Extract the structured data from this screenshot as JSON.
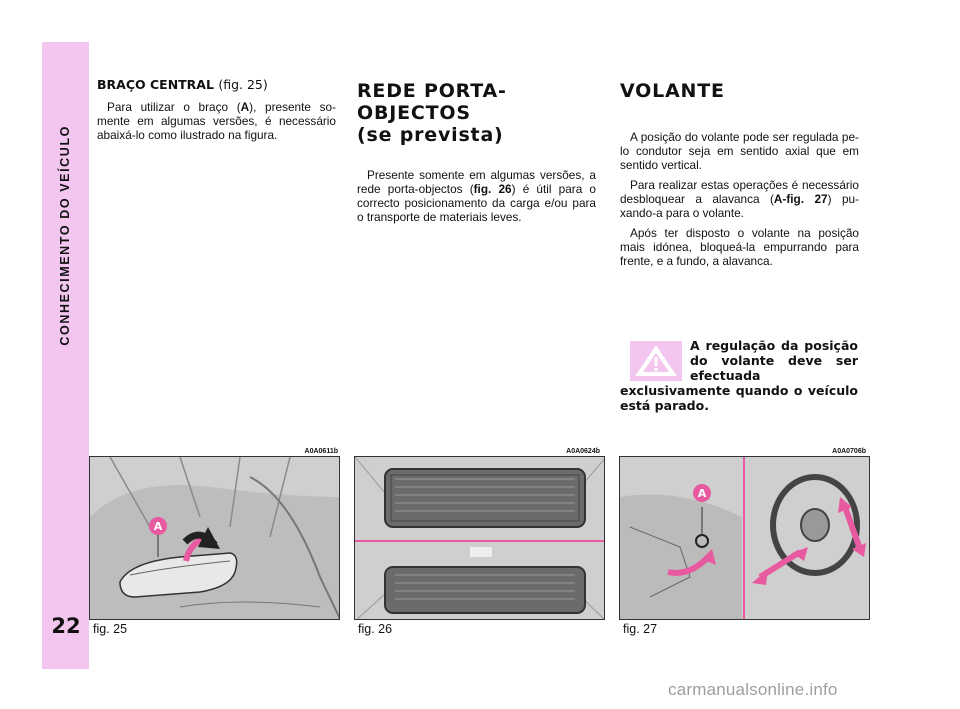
{
  "sidebar": {
    "section_title": "CONHECIMENTO DO VEÍCULO",
    "page_number": "22"
  },
  "col1": {
    "heading": "BRAÇO CENTRAL",
    "heading_ref": "(fig. 25)",
    "p1_a": "Para utilizar o braço (",
    "p1_bold": "A",
    "p1_b": "), presente so-mente em algumas versões, é necessário abaixá-lo como ilustrado na figura."
  },
  "col2": {
    "heading_line1": "REDE PORTA-",
    "heading_line2": "OBJECTOS",
    "heading_line3": "(se prevista)",
    "p1_a": "Presente somente em algumas versões, a rede porta-objectos (",
    "p1_bold": "fig. 26",
    "p1_b": ") é útil para o correcto posicionamento da carga e/ou para o transporte de materiais leves."
  },
  "col3": {
    "heading": "VOLANTE",
    "p1": "A posição do volante pode ser regulada pe-lo condutor seja em sentido axial que em sentido vertical.",
    "p2_a": "Para realizar estas operações é necessário desbloquear a alavanca (",
    "p2_bold": "A-fig. 27",
    "p2_b": ") pu-xando-a para o volante.",
    "p3": "Após ter disposto o volante na posição mais idónea, bloqueá-la empurrando para frente, e a fundo, a alavanca.",
    "warning": "A regulação da posição do volante deve ser efectuada exclusivamente quando o veículo está parado."
  },
  "figures": [
    {
      "code": "A0A0611b",
      "label": "fig. 25",
      "callout": "A"
    },
    {
      "code": "A0A0624b",
      "label": "fig. 26"
    },
    {
      "code": "A0A0706b",
      "label": "fig. 27",
      "callout": "A"
    }
  ],
  "watermark": "carmanualsonline.info",
  "colors": {
    "accent": "#f2c6ee",
    "arrow": "#e85aa0"
  }
}
